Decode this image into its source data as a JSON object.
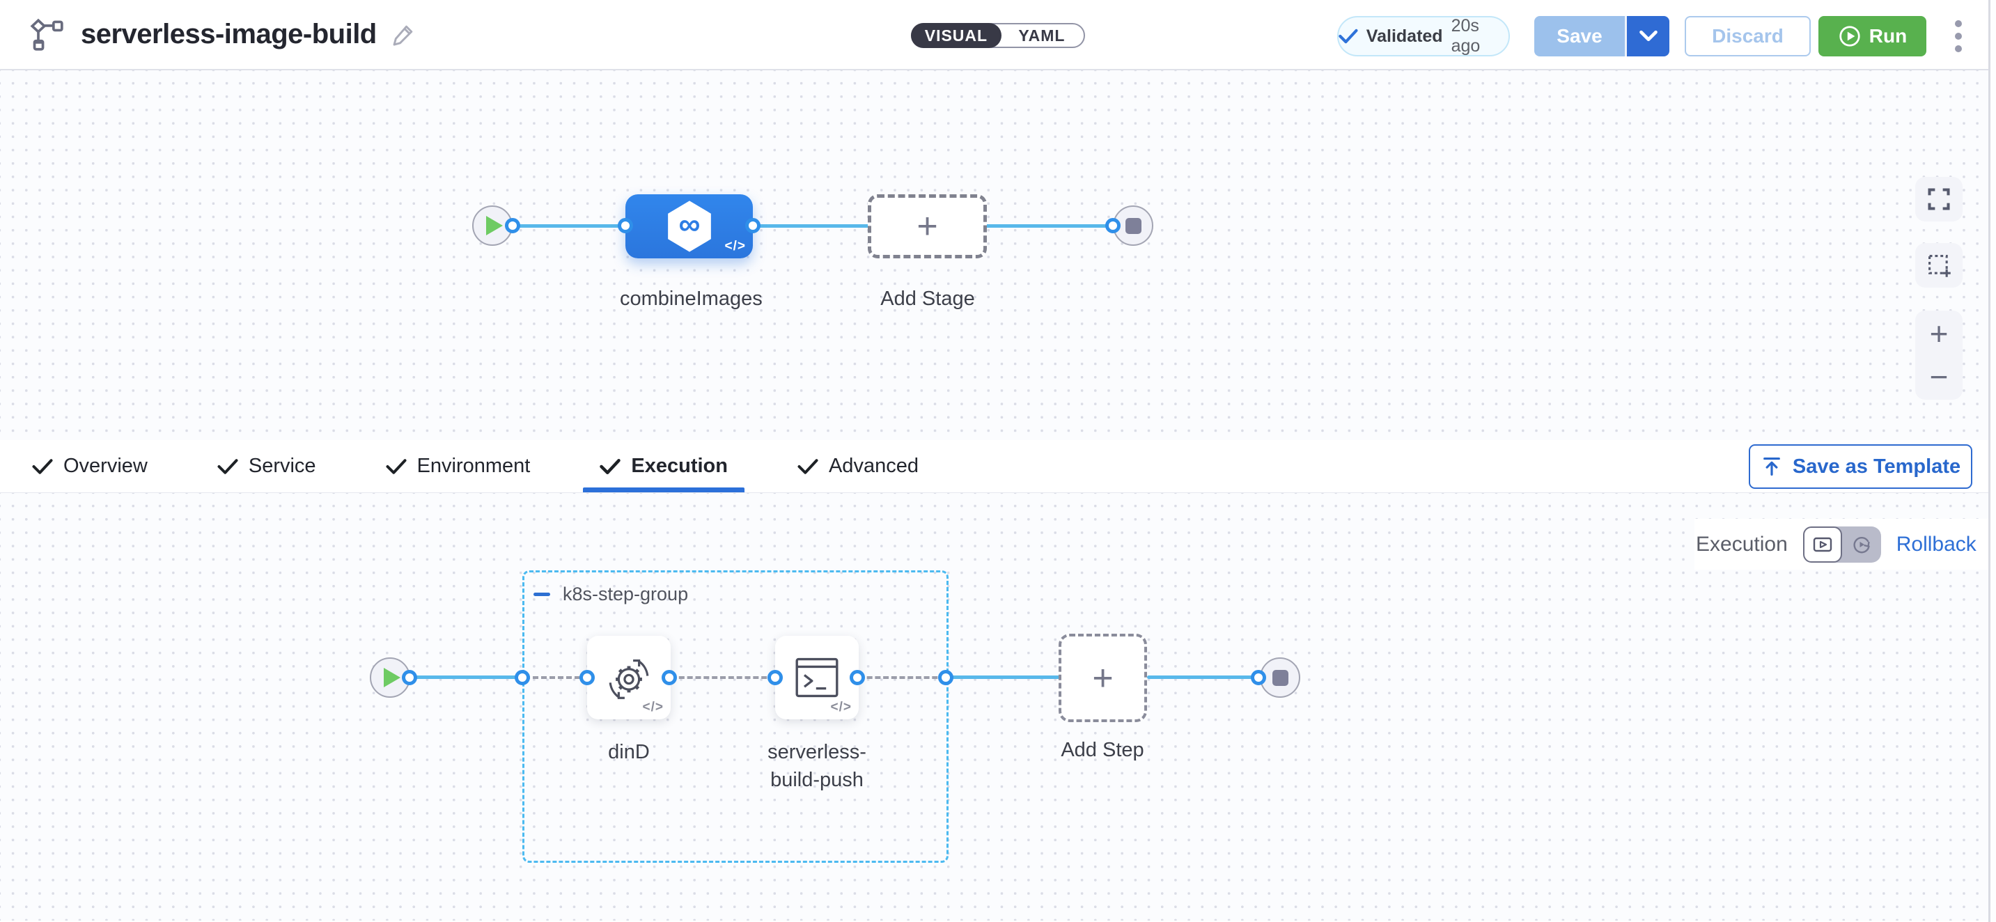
{
  "header": {
    "title": "serverless-image-build",
    "mode_toggle": {
      "visual": "VISUAL",
      "yaml": "YAML"
    },
    "validation": {
      "label": "Validated",
      "time": "20s ago"
    },
    "save_label": "Save",
    "discard_label": "Discard",
    "run_label": "Run"
  },
  "stage_canvas": {
    "stage_label": "combineImages",
    "add_stage_label": "Add Stage"
  },
  "tabs": [
    {
      "label": "Overview"
    },
    {
      "label": "Service"
    },
    {
      "label": "Environment"
    },
    {
      "label": "Execution"
    },
    {
      "label": "Advanced"
    }
  ],
  "active_tab": "Execution",
  "save_as_template_label": "Save as Template",
  "execution_bar": {
    "label": "Execution",
    "rollback_label": "Rollback"
  },
  "step_canvas": {
    "group_label": "k8s-step-group",
    "steps": [
      {
        "label": "dinD"
      },
      {
        "label": "serverless-build-push"
      }
    ],
    "add_step_label": "Add Step"
  },
  "icons": {
    "plus": "+",
    "minus": "−",
    "code_badge": "</>",
    "infinity": "∞"
  },
  "colors": {
    "accent_blue": "#2f6bd4",
    "node_blue": "#2e7de4",
    "connector_blue": "#58b8ea",
    "group_border_blue": "#4cbaf0",
    "run_green": "#58b14e",
    "play_green": "#6ecb63",
    "validated_bg": "#f3fbff",
    "tab_underline": "#2c70d9"
  }
}
